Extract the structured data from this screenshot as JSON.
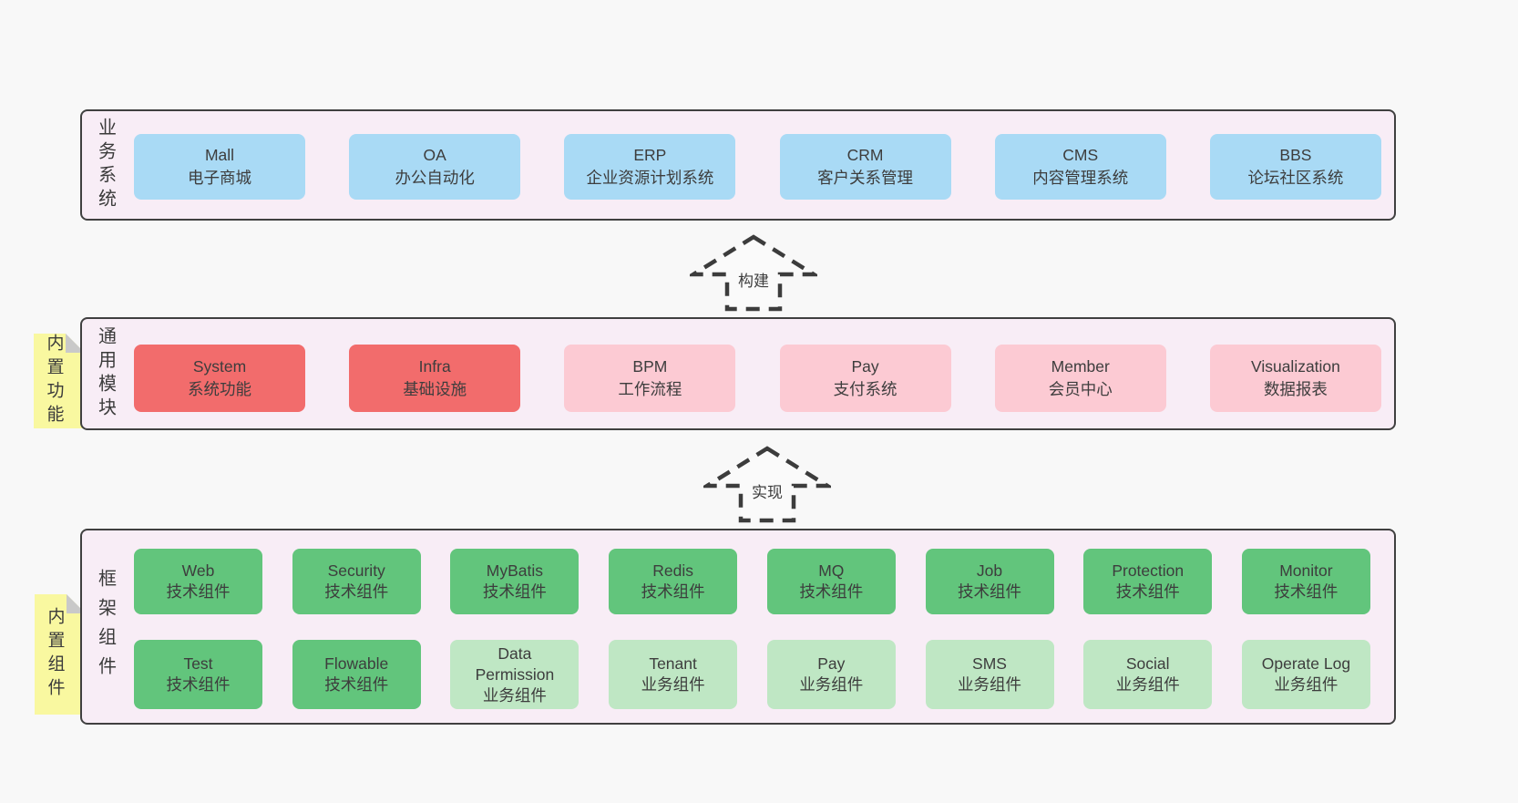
{
  "colors": {
    "page_bg": "#f8f8f8",
    "section_bg": "#f8edf6",
    "section_border": "#404040",
    "box_blue": "#a9daf5",
    "box_red": "#f26c6c",
    "box_pink": "#fccad3",
    "box_green_dark": "#62c57c",
    "box_green_light": "#bfe7c4",
    "note_yellow": "#f9f8a0",
    "note_fold_gray": "#c9c9c9",
    "text": "#3d3d3d"
  },
  "arrows": [
    {
      "label": "构建"
    },
    {
      "label": "实现"
    }
  ],
  "sections": {
    "business": {
      "label": "业务系统",
      "boxes": [
        {
          "en": "Mall",
          "zh": "电子商城"
        },
        {
          "en": "OA",
          "zh": "办公自动化"
        },
        {
          "en": "ERP",
          "zh": "企业资源计划系统"
        },
        {
          "en": "CRM",
          "zh": "客户关系管理"
        },
        {
          "en": "CMS",
          "zh": "内容管理系统"
        },
        {
          "en": "BBS",
          "zh": "论坛社区系统"
        }
      ]
    },
    "modules": {
      "label": "通用模块",
      "note": "内置功能",
      "boxes": [
        {
          "en": "System",
          "zh": "系统功能",
          "variant": "red"
        },
        {
          "en": "Infra",
          "zh": "基础设施",
          "variant": "red"
        },
        {
          "en": "BPM",
          "zh": "工作流程",
          "variant": "pink"
        },
        {
          "en": "Pay",
          "zh": "支付系统",
          "variant": "pink"
        },
        {
          "en": "Member",
          "zh": "会员中心",
          "variant": "pink"
        },
        {
          "en": "Visualization",
          "zh": "数据报表",
          "variant": "pink"
        }
      ]
    },
    "framework": {
      "label": "框架组件",
      "note": "内置组件",
      "row1": [
        {
          "en": "Web",
          "zh": "技术组件"
        },
        {
          "en": "Security",
          "zh": "技术组件"
        },
        {
          "en": "MyBatis",
          "zh": "技术组件"
        },
        {
          "en": "Redis",
          "zh": "技术组件"
        },
        {
          "en": "MQ",
          "zh": "技术组件"
        },
        {
          "en": "Job",
          "zh": "技术组件"
        },
        {
          "en": "Protection",
          "zh": "技术组件"
        },
        {
          "en": "Monitor",
          "zh": "技术组件"
        }
      ],
      "row2": [
        {
          "en": "Test",
          "zh": "技术组件",
          "variant": "dark"
        },
        {
          "en": "Flowable",
          "zh": "技术组件",
          "variant": "dark"
        },
        {
          "en": "Data Permission",
          "zh": "业务组件",
          "variant": "light"
        },
        {
          "en": "Tenant",
          "zh": "业务组件",
          "variant": "light"
        },
        {
          "en": "Pay",
          "zh": "业务组件",
          "variant": "light"
        },
        {
          "en": "SMS",
          "zh": "业务组件",
          "variant": "light"
        },
        {
          "en": "Social",
          "zh": "业务组件",
          "variant": "light"
        },
        {
          "en": "Operate Log",
          "zh": "业务组件",
          "variant": "light"
        }
      ]
    }
  }
}
